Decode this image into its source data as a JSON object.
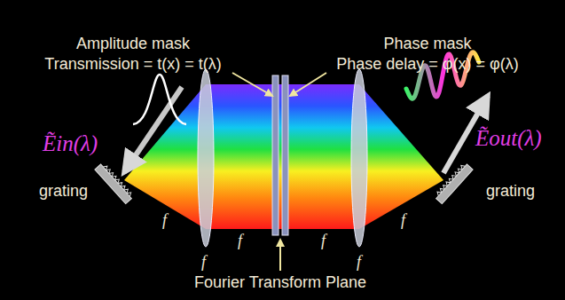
{
  "diagram": {
    "labels": [
      "Amplitude mask",
      "Transmission = t(x) = t(λ)",
      "Phase mask",
      "Phase delay = φ(x) = φ(λ)",
      "Ẽin(λ)",
      "Ẽout(λ)",
      "grating",
      "grating",
      "f",
      "f",
      "f",
      "f",
      "f",
      "f",
      "Fourier Transform Plane"
    ]
  }
}
